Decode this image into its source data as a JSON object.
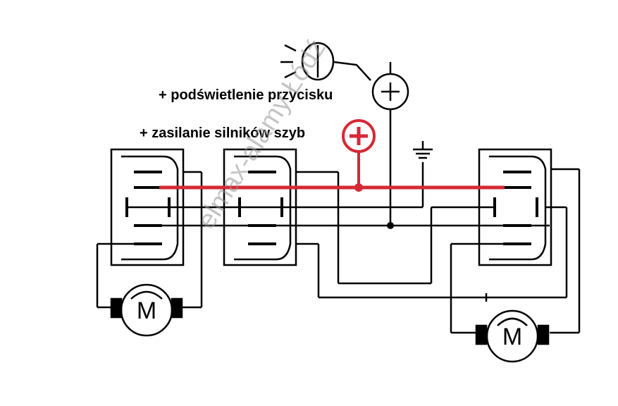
{
  "labels": {
    "backlight": "+ podświetlenie przycisku",
    "supply": "+ zasilanie silników szyb",
    "motor_symbol": "M",
    "plus_symbol": "+",
    "watermark": "elmax-alamy Łódź"
  },
  "colors": {
    "wire": "#000000",
    "supply_line": "#d42a35",
    "watermark": "#969696",
    "background": "#ffffff"
  },
  "components": {
    "switches": [
      "switch-left",
      "switch-middle",
      "switch-right"
    ],
    "motors": [
      "motor-left",
      "motor-right"
    ],
    "lamp": "lamp-icon",
    "ground": "ground-icon"
  }
}
